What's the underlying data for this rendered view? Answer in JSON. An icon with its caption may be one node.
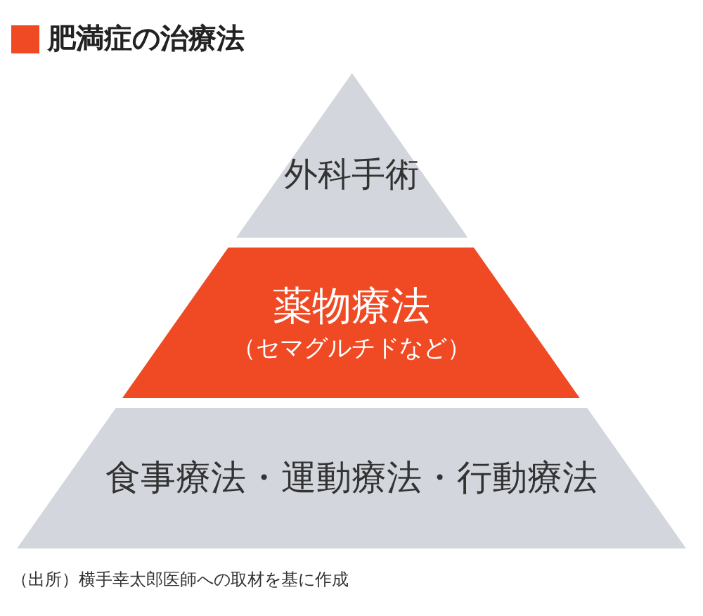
{
  "diagram": {
    "title": "肥満症の治療法",
    "nodes": [
      {
        "text": [
          "外科手術"
        ]
      },
      {
        "text": [
          "薬物療法",
          "（セマグルチドなど）"
        ]
      },
      {
        "text": [
          "食事療法・運動療法・行動療法"
        ]
      }
    ],
    "edges": [],
    "caption": "（出所）横手幸太郎医師への取材を基に作成"
  }
}
